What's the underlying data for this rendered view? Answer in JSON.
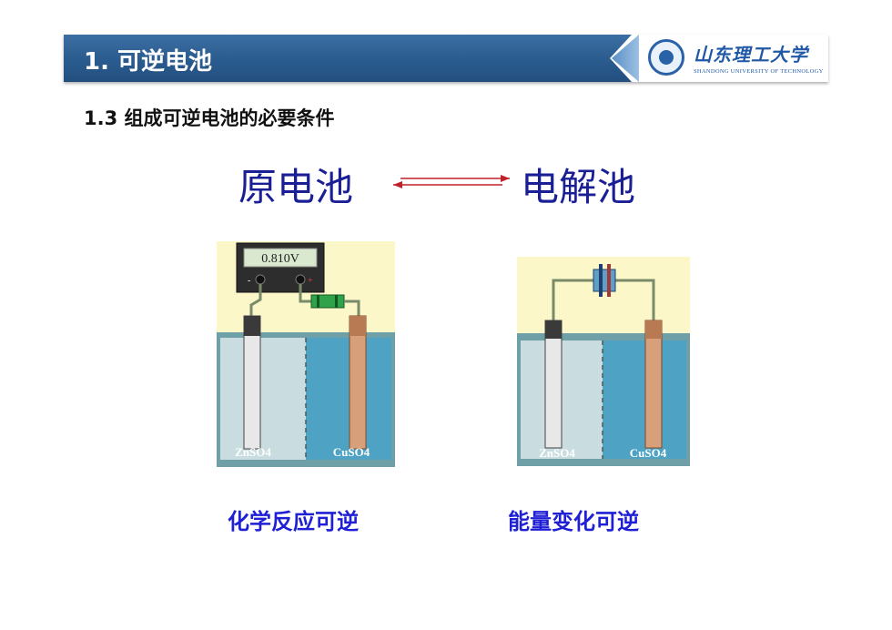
{
  "header": {
    "title": "1. 可逆电池",
    "logo_script": "山东理工大学",
    "logo_sub": "SHANDONG UNIVERSITY OF TECHNOLOGY"
  },
  "subtitle": "1.3 组成可逆电池的必要条件",
  "main": {
    "left_term": "原电池",
    "right_term": "电解池"
  },
  "cells": {
    "galvanic": {
      "voltmeter_reading": "0.810V",
      "left_solution": "ZnSO4",
      "right_solution": "CuSO4",
      "caption": "化学反应可逆"
    },
    "electrolytic": {
      "left_solution": "ZnSO4",
      "right_solution": "CuSO4",
      "caption": "能量变化可逆"
    }
  },
  "colors": {
    "header_bg": "#2a5b8f",
    "term_color": "#1b1f96",
    "caption_color": "#1f1fd6",
    "arrow_color": "#c0202a"
  }
}
